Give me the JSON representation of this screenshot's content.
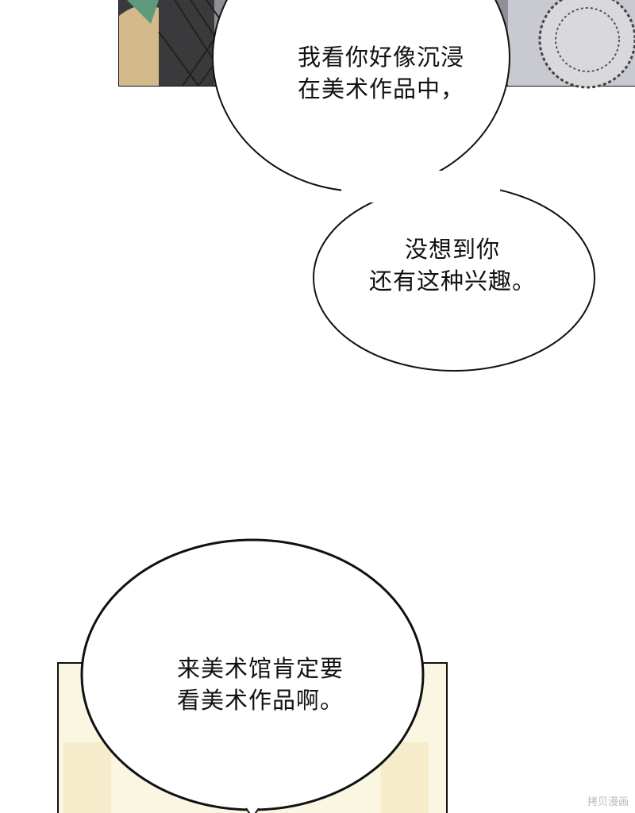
{
  "bubbles": [
    {
      "lines": [
        "我看你好像沉浸",
        "在美术作品中，"
      ]
    },
    {
      "lines": [
        "没想到你",
        "还有这种兴趣。"
      ]
    },
    {
      "lines": [
        "来美术馆肯定要",
        "看美术作品啊。"
      ]
    }
  ],
  "watermark": "拷贝漫画",
  "colors": {
    "top_panel": "#8f8f98",
    "bottom_panel": "#fbf6e2",
    "ink": "#111111"
  }
}
